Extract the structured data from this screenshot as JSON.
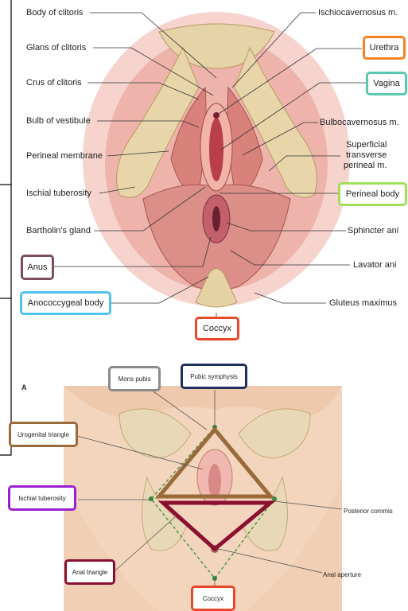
{
  "top_figure": {
    "left_labels": [
      "Body of clitoris",
      "Glans of clitoris",
      "Crus of clitoris",
      "Bulb of vestibule",
      "Perineal membrane",
      "Ischial tuberosity",
      "Bartholin's gland"
    ],
    "right_labels": [
      "Ischiocavernosus m.",
      "Bulbocavernosus m.",
      "Superficial\ntransverse\nperineal m.",
      "Sphincter ani",
      "Lavator ani",
      "Gluteus maximus"
    ],
    "boxed_labels": {
      "urethra": "Urethra",
      "vagina": "Vagina",
      "perineal_body": "Perineal body",
      "anus": "Anus",
      "anococcygeal_body": "Anococcygeal body",
      "coccyx": "Coccyx"
    }
  },
  "bottom_figure": {
    "plate_letter": "A",
    "boxed_labels": {
      "mons_pubis": "Mons pubis",
      "pubic_symphysis": "Pubic symphysis",
      "urogenital_triangle": "Urogenital triangle",
      "ischial_tuberosity": "Ischial tuberosity",
      "anal_triangle": "Anal triangle",
      "coccyx": "Coccyx"
    },
    "plain_labels": {
      "posterior_commissure": "Posterior commis",
      "anal_aperture": "Anal aperture"
    }
  },
  "colors": {
    "orange": "#f58220",
    "teal": "#5bc8b0",
    "lime": "#9ee05a",
    "mauve": "#7a4e5a",
    "sky": "#4fc3f0",
    "red": "#e8472a",
    "grey": "#8a8a8a",
    "navy": "#1f2d5a",
    "brown": "#9a6a3a",
    "purple": "#9a1fd0",
    "maroon": "#8a1030"
  }
}
